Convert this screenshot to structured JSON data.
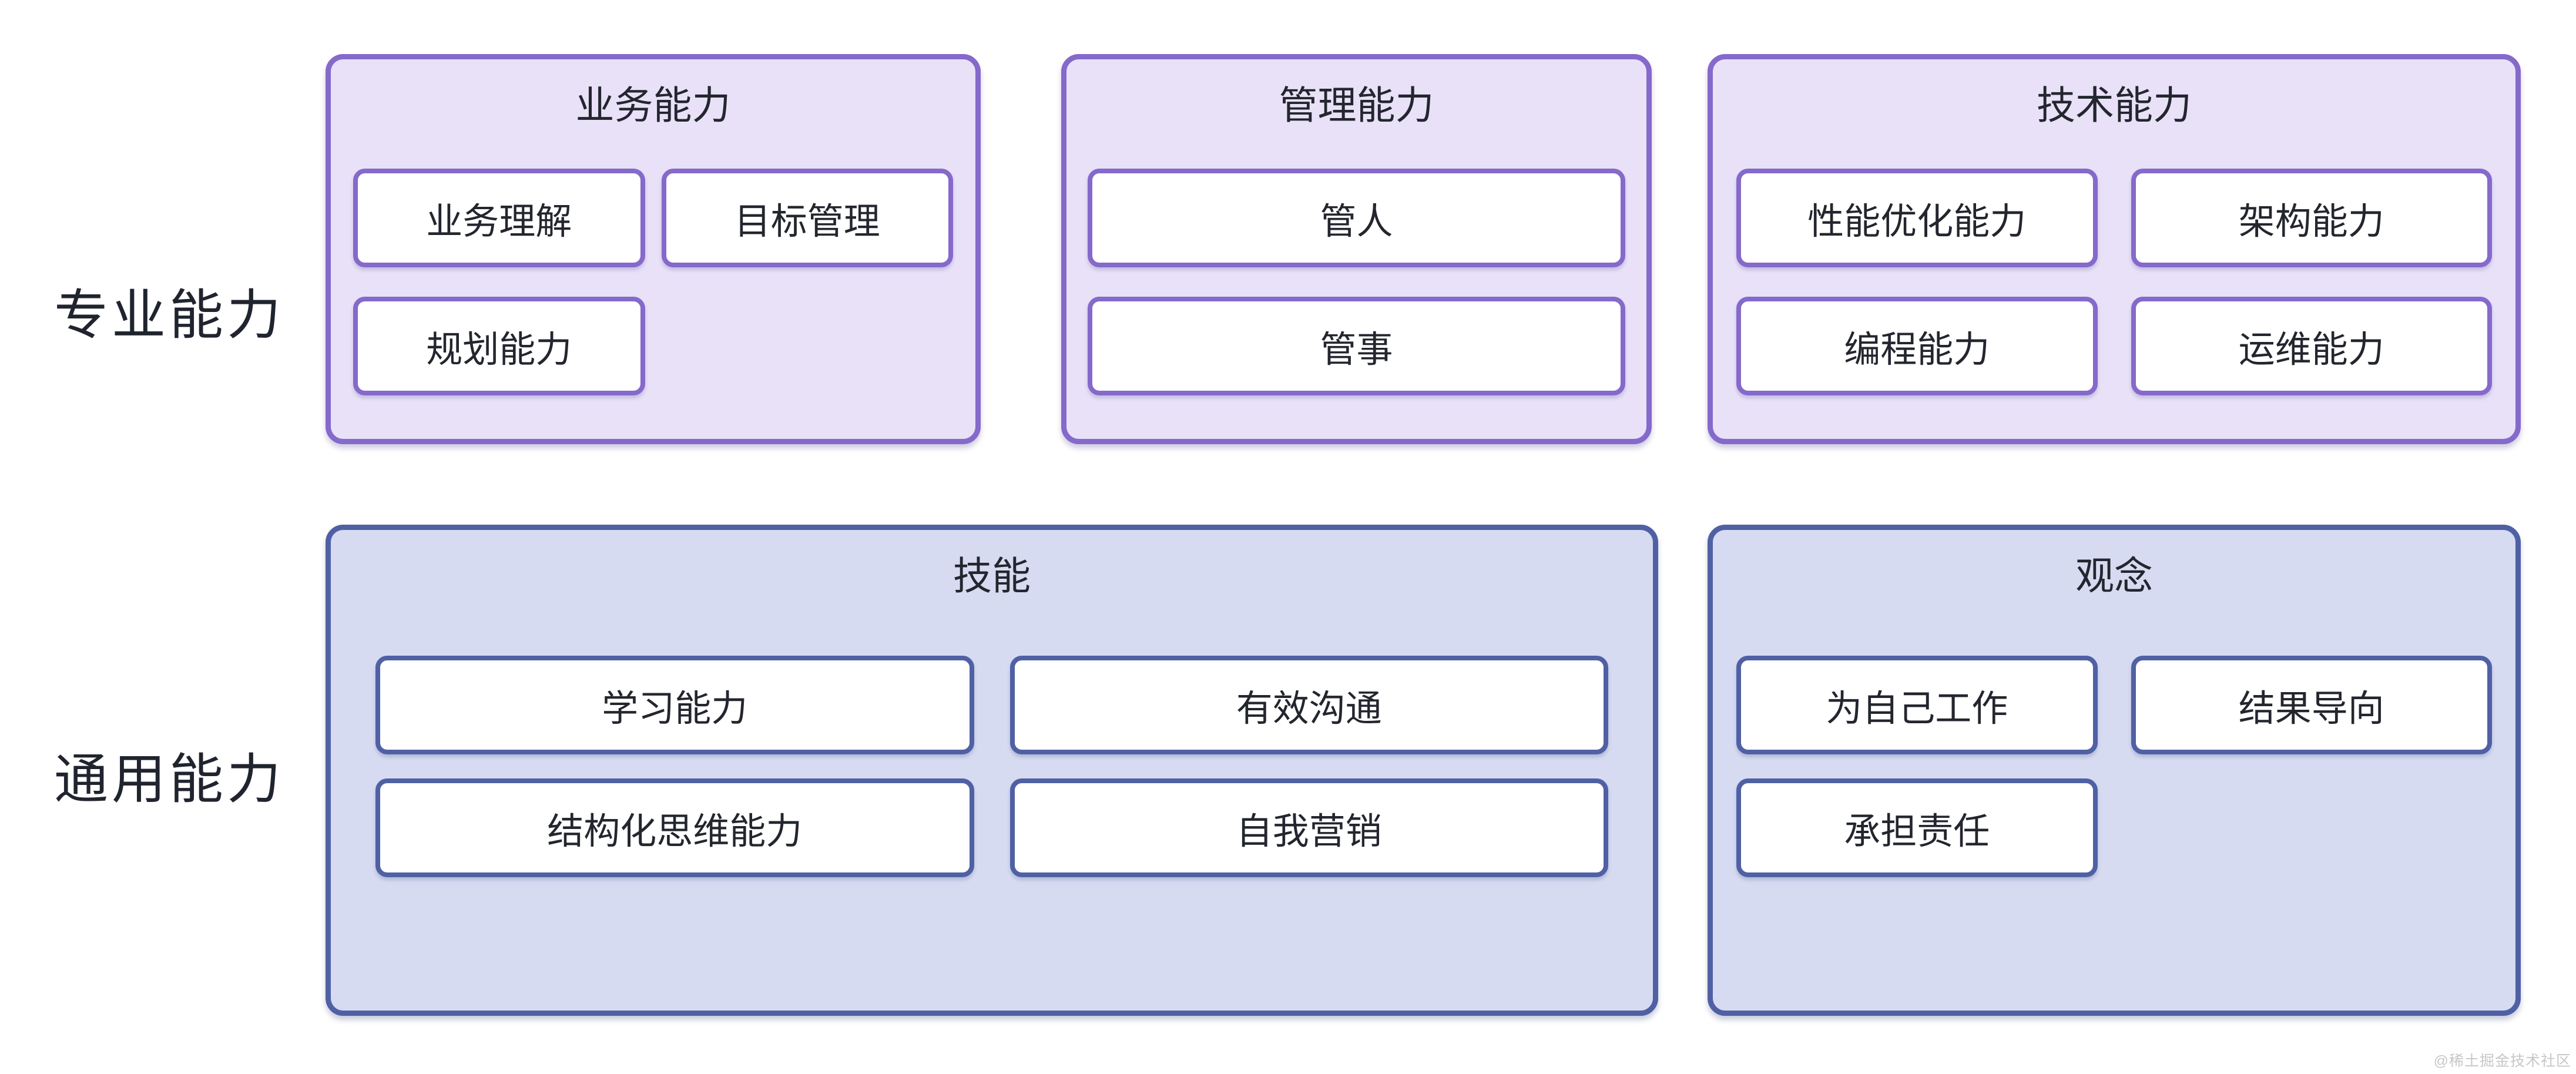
{
  "row_labels": [
    {
      "id": "professional",
      "label": "专业能力"
    },
    {
      "id": "general",
      "label": "通用能力"
    }
  ],
  "groups": [
    {
      "id": "business",
      "title": "业务能力",
      "theme": "purple",
      "row": "professional",
      "items": [
        "业务理解",
        "目标管理",
        "规划能力"
      ]
    },
    {
      "id": "management",
      "title": "管理能力",
      "theme": "purple",
      "row": "professional",
      "items": [
        "管人",
        "管事"
      ]
    },
    {
      "id": "technical",
      "title": "技术能力",
      "theme": "purple",
      "row": "professional",
      "items": [
        "性能优化能力",
        "架构能力",
        "编程能力",
        "运维能力"
      ]
    },
    {
      "id": "skills",
      "title": "技能",
      "theme": "blue",
      "row": "general",
      "items": [
        "学习能力",
        "有效沟通",
        "结构化思维能力",
        "自我营销"
      ]
    },
    {
      "id": "mindset",
      "title": "观念",
      "theme": "blue",
      "row": "general",
      "items": [
        "为自己工作",
        "结果导向",
        "承担责任"
      ]
    }
  ],
  "watermark": "@稀土掘金技术社区",
  "colors": {
    "purple_border": "#8569cb",
    "purple_fill": "#e8e1f8",
    "blue_border": "#5060a4",
    "blue_fill": "#d6dbf1",
    "item_background": "#ffffff",
    "text": "#23262e",
    "watermark": "#c7c7c7",
    "page_background": "#ffffff"
  }
}
